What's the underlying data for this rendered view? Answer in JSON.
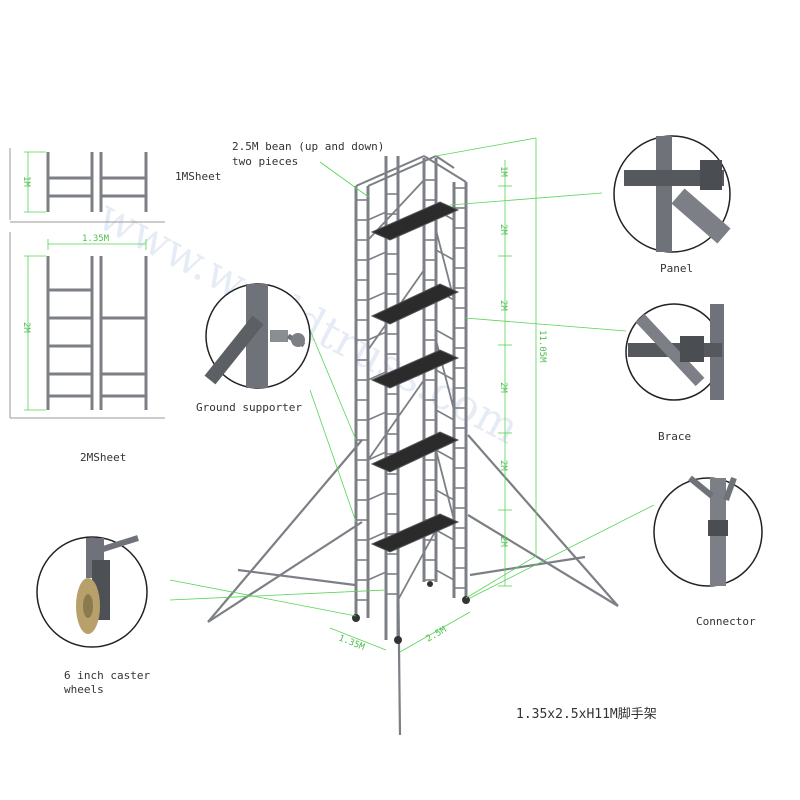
{
  "watermark": "www.worldtruss.com",
  "labels": {
    "beam": "2.5M bean (up and down)",
    "beam_sub": "two pieces",
    "sheet1": "1MSheet",
    "sheet2": "2MSheet",
    "ground": "Ground supporter",
    "panel": "Panel",
    "brace": "Brace",
    "connector": "Connector",
    "caster1": "6 inch caster",
    "caster2": "wheels",
    "spec": "1.35x2.5xH11M脚手架"
  },
  "dimensions": {
    "sheet1_height": "1M",
    "sheet_width": "1.35M",
    "sheet2_height": "2M",
    "tower_total": "11.05M",
    "section_top": "1M",
    "section_2m": "2M",
    "base_width": "1.35M",
    "base_length": "2.5M"
  },
  "colors": {
    "steel": "#7c7f85",
    "dimension_line": "#55d455",
    "platform": "#2b2b2b",
    "caster_wheel": "#b8a06a"
  },
  "icons": [
    "caster-wheel-icon",
    "clamp-icon",
    "pipe-joint-icon"
  ]
}
